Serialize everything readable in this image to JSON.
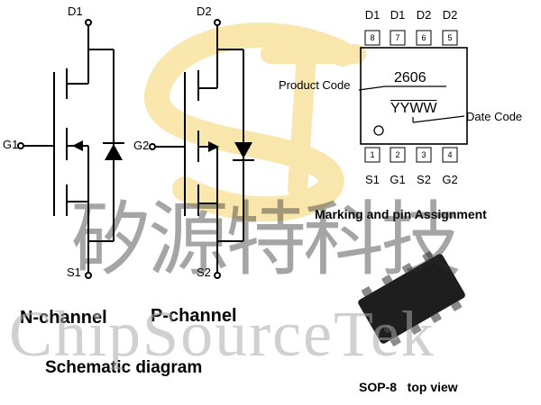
{
  "n_channel": {
    "drain_label": "D1",
    "gate_label": "G1",
    "source_label": "S1",
    "caption": "N-channel"
  },
  "p_channel": {
    "drain_label": "D2",
    "gate_label": "G2",
    "source_label": "S2",
    "caption": "P-channel"
  },
  "schematic_caption": "Schematic diagram",
  "package": {
    "top_pins": [
      {
        "num": "8",
        "label": "D1"
      },
      {
        "num": "7",
        "label": "D1"
      },
      {
        "num": "6",
        "label": "D2"
      },
      {
        "num": "5",
        "label": "D2"
      }
    ],
    "bottom_pins": [
      {
        "num": "1",
        "label": "S1"
      },
      {
        "num": "2",
        "label": "G1"
      },
      {
        "num": "3",
        "label": "S2"
      },
      {
        "num": "4",
        "label": "G2"
      }
    ],
    "marking_code": "2606",
    "date_marking": "YYWW",
    "product_code_label": "Product Code",
    "date_code_label": "Date Code",
    "caption": "Marking and pin Assignment"
  },
  "chip_caption": "SOP-8   top view",
  "watermark": {
    "chinese_text": "矽源特科技",
    "english_text": "ChipSourceTek",
    "logo_color": "#f3c94a"
  }
}
